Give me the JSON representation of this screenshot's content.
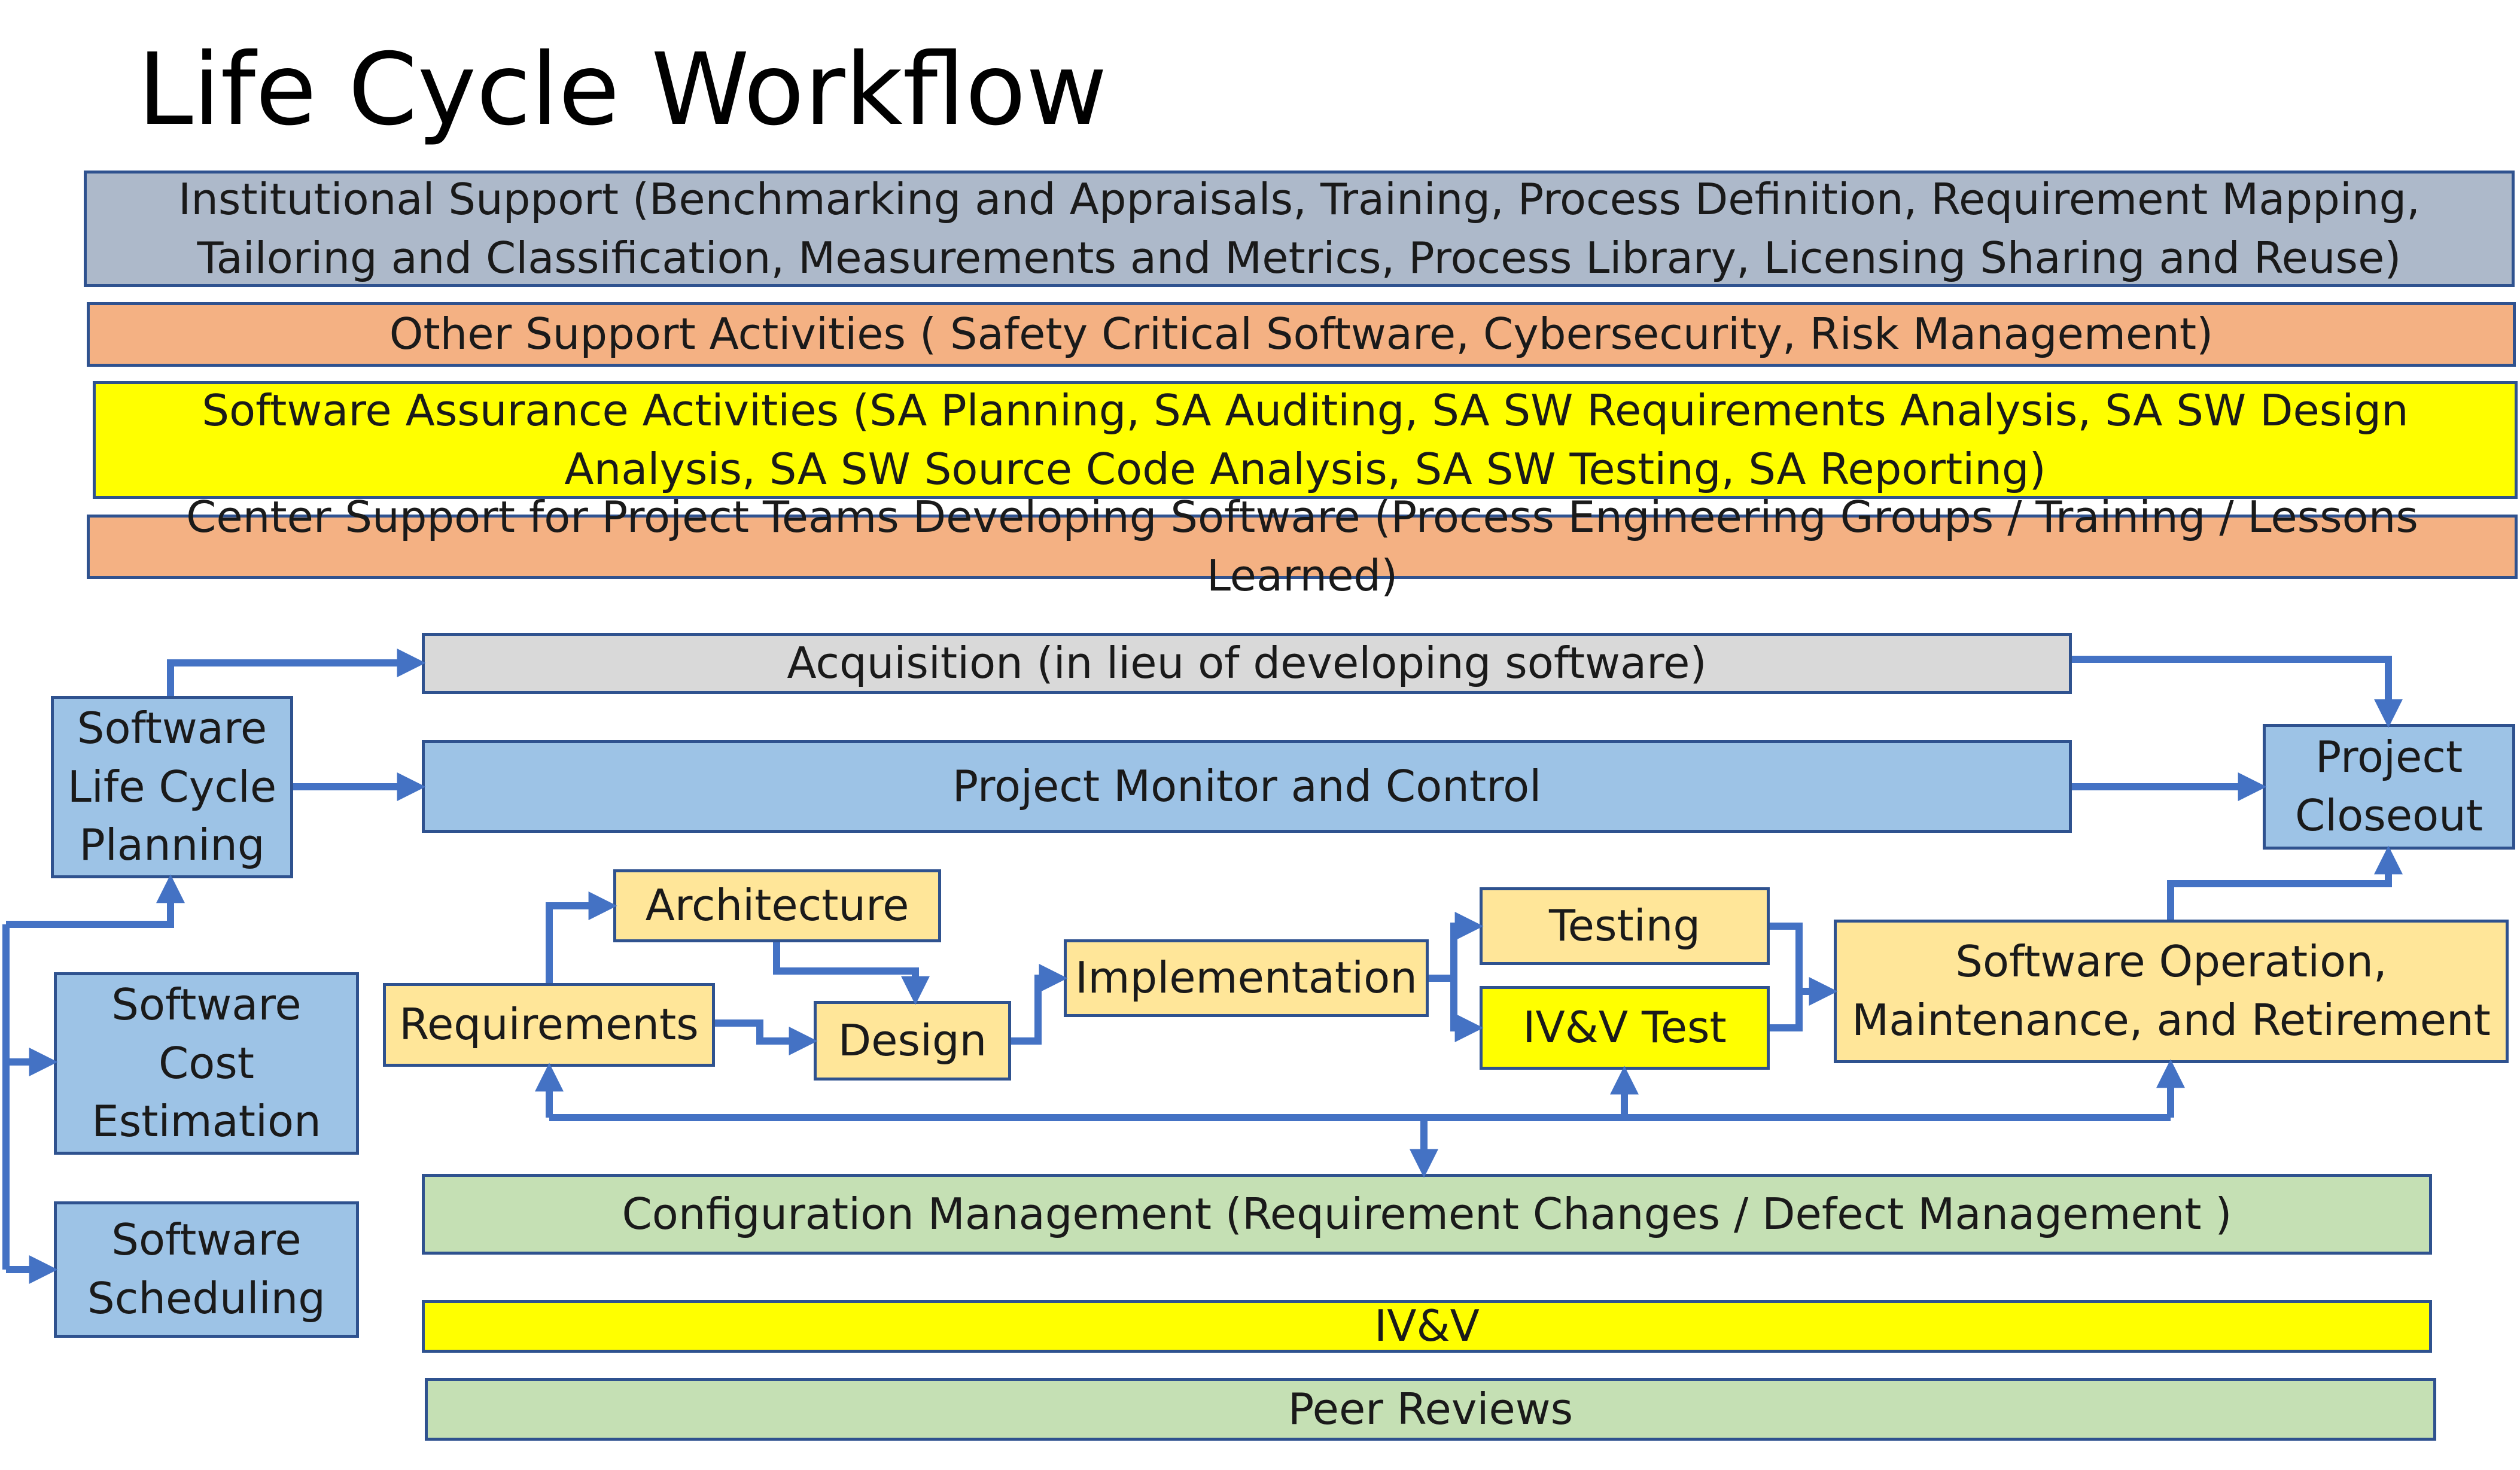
{
  "title": "Life Cycle Workflow",
  "colors": {
    "connector": "#4472c4",
    "border": "#2f528f",
    "slate": "#adb9ca",
    "orange": "#f4b183",
    "yellow": "#ffff00",
    "light_gray": "#d9d9d9",
    "blue": "#9dc3e6",
    "tan": "#ffe699",
    "green": "#c5e0b4"
  },
  "bands": {
    "institutional": "Institutional Support (Benchmarking and Appraisals, Training, Process Definition, Requirement Mapping, Tailoring and Classification, Measurements and Metrics, Process Library, Licensing Sharing and Reuse)",
    "other_support": "Other Support Activities ( Safety Critical Software, Cybersecurity, Risk Management)",
    "sa_activities": "Software Assurance Activities (SA Planning, SA Auditing, SA SW Requirements Analysis, SA SW Design Analysis, SA SW Source Code Analysis, SA SW Testing, SA Reporting)",
    "center_support": "Center Support for Project Teams Developing Software (Process Engineering Groups / Training / Lessons Learned)"
  },
  "planning": {
    "lifecycle": [
      "Software",
      "Life Cycle",
      "Planning"
    ],
    "cost": [
      "Software",
      "Cost",
      "Estimation"
    ],
    "scheduling": [
      "Software",
      "Scheduling"
    ]
  },
  "acquisition": "Acquisition (in lieu of developing software)",
  "monitor_control": "Project Monitor and Control",
  "closeout": [
    "Project",
    "Closeout"
  ],
  "phases": {
    "requirements": "Requirements",
    "architecture": "Architecture",
    "design": "Design",
    "implementation": "Implementation",
    "testing": "Testing",
    "ivv_test": "IV&V Test",
    "operation": [
      "Software Operation,",
      "Maintenance, and Retirement"
    ]
  },
  "cross_cutting": {
    "config_mgmt": "Configuration Management (Requirement Changes / Defect Management )",
    "ivv": "IV&V",
    "peer_reviews": "Peer Reviews"
  }
}
